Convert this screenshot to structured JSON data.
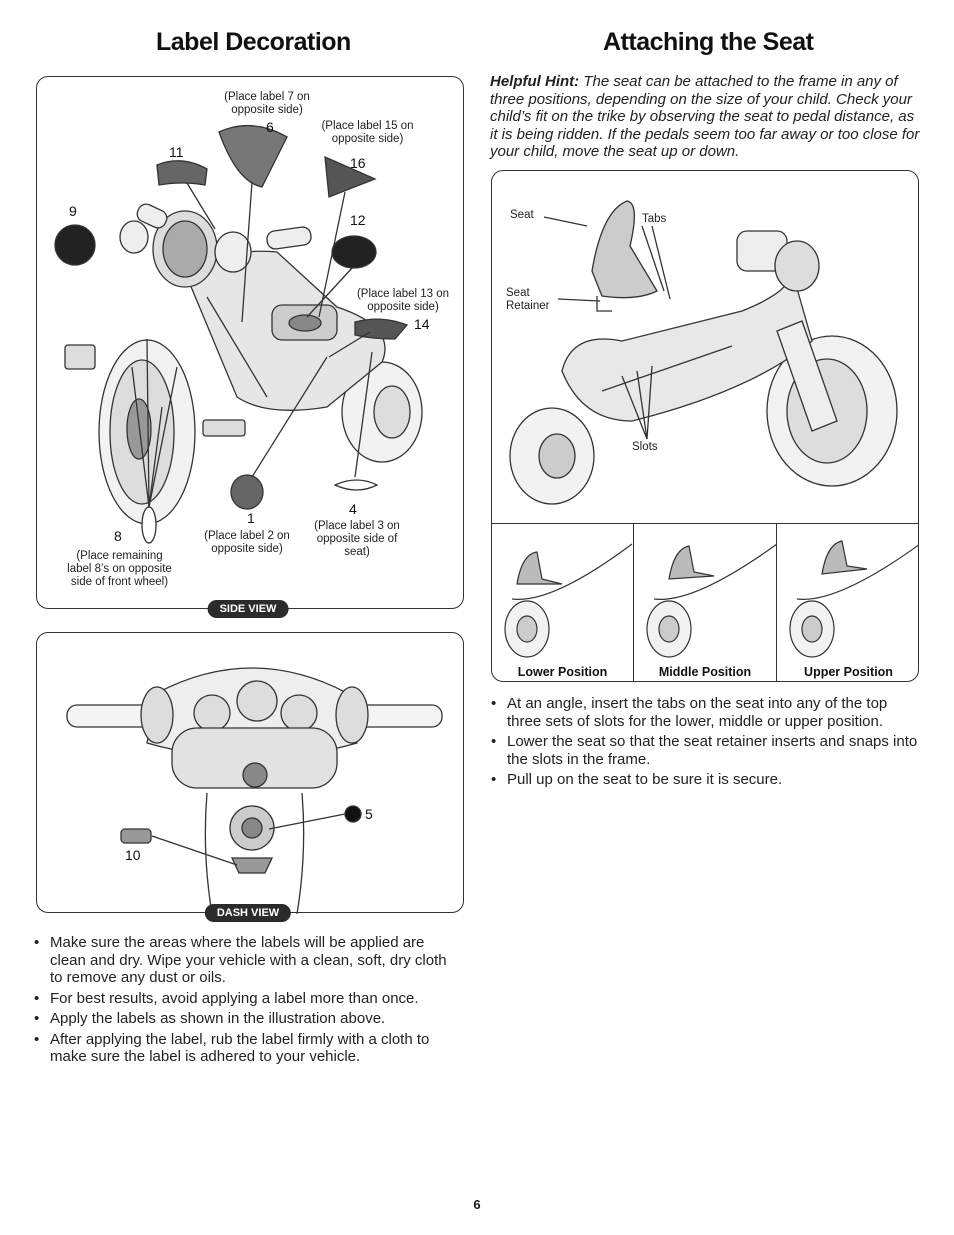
{
  "left": {
    "title": "Label Decoration",
    "side_view": {
      "tag": "SIDE VIEW",
      "callouts": {
        "n6": "6",
        "n6_note": "(Place label 7 on opposite side)",
        "n16": "16",
        "n16_note": "(Place label 15 on opposite side)",
        "n11": "11",
        "n9": "9",
        "n12": "12",
        "n14": "14",
        "n14_note": "(Place label 13 on opposite side)",
        "n8": "8",
        "n8_note": "(Place remaining label 8’s on opposite side of front wheel)",
        "n1": "1",
        "n1_note": "(Place label 2 on opposite side)",
        "n4": "4",
        "n4_note": "(Place label 3 on opposite side of seat)"
      }
    },
    "dash_view": {
      "tag": "DASH VIEW",
      "n5": "5",
      "n10": "10"
    },
    "bullets": [
      "Make sure the areas where the labels will be applied are clean and dry. Wipe your vehicle with a clean, soft, dry cloth to remove any dust or oils.",
      "For best results, avoid applying a label more than once.",
      "Apply the labels as shown in the illustration above.",
      "After applying the label, rub the label firmly with a cloth to make sure the label is adhered to your vehicle."
    ]
  },
  "right": {
    "title": "Attaching the Seat",
    "hint_label": "Helpful Hint:",
    "hint_text": "The seat can be attached to the frame in any of three positions, depending on the size of your child. Check your child’s fit on the trike by observing the seat to pedal distance, as it is being ridden. If the pedals seem too far away or too close for your child, move the seat up or down.",
    "diagram": {
      "seat": "Seat",
      "tabs": "Tabs",
      "seat_retainer": "Seat Retainer",
      "slots": "Slots"
    },
    "positions": [
      "Lower Position",
      "Middle Position",
      "Upper Position"
    ],
    "bullets": [
      "At an angle, insert the tabs on the seat into any of the top three sets of slots for the lower, middle or upper position.",
      "Lower the seat so that the seat retainer inserts and snaps into the slots in the frame.",
      "Pull up on the seat to be sure it is secure."
    ]
  },
  "page_number": "6"
}
